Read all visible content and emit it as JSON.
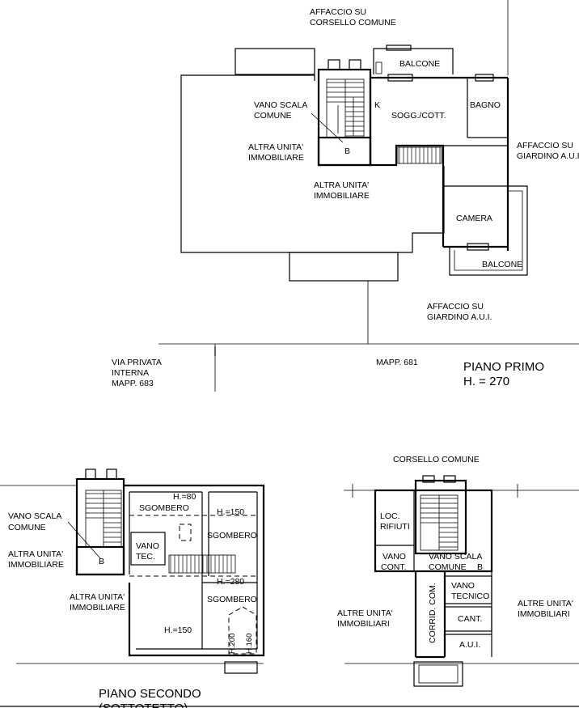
{
  "piano_primo": {
    "title": "PIANO PRIMO",
    "height": "H. = 270",
    "labels": {
      "affaccio_corsello_1": "AFFACCIO SU",
      "affaccio_corsello_2": "CORSELLO COMUNE",
      "balcone_top": "BALCONE",
      "bagno": "BAGNO",
      "soggiorno": "SOGG./COTT.",
      "k": "K",
      "vano_scala_1": "VANO SCALA",
      "vano_scala_2": "COMUNE",
      "altra_unita_left_1": "ALTRA UNITA'",
      "altra_unita_left_2": "IMMOBILIARE",
      "altra_unita_bottom_1": "ALTRA UNITA'",
      "altra_unita_bottom_2": "IMMOBILIARE",
      "b": "B",
      "affaccio_giardino_right_1": "AFFACCIO SU",
      "affaccio_giardino_right_2": "GIARDINO A.U.I.",
      "camera": "CAMERA",
      "balcone_bottom": "BALCONE",
      "affaccio_giardino_bottom_1": "AFFACCIO SU",
      "affaccio_giardino_bottom_2": "GIARDINO A.U.I."
    }
  },
  "site": {
    "via_privata_1": "VIA PRIVATA",
    "via_privata_2": "INTERNA",
    "mapp_683": "MAPP. 683",
    "mapp_681": "MAPP. 681"
  },
  "piano_secondo": {
    "title_1": "PIANO SECONDO",
    "title_2": "(SOTTOTETTO)",
    "labels": {
      "vano_scala_1": "VANO SCALA",
      "vano_scala_2": "COMUNE",
      "altra_unita_left_1": "ALTRA UNITA'",
      "altra_unita_left_2": "IMMOBILIARE",
      "altra_unita_bottom_1": "ALTRA UNITA'",
      "altra_unita_bottom_2": "IMMOBILIARE",
      "b": "B",
      "h80": "H.=80",
      "sgombero_1": "SGOMBERO",
      "h150_top": "H.=150",
      "sgombero_2": "SGOMBERO",
      "vano_tec_1": "VANO",
      "vano_tec_2": "TEC.",
      "h280": "H.=280",
      "sgombero_3": "SGOMBERO",
      "h150_bottom": "H.=150",
      "h200": "H.200",
      "h160": "H.160"
    }
  },
  "piano_terra": {
    "labels": {
      "corsello": "CORSELLO COMUNE",
      "loc_rifiuti_1": "LOC.",
      "loc_rifiuti_2": "RIFIUTI",
      "vano_cont_1": "VANO",
      "vano_cont_2": "CONT.",
      "vano_scala_1": "VANO SCALA",
      "vano_scala_2": "COMUNE",
      "b": "B",
      "vano_tecnico_1": "VANO",
      "vano_tecnico_2": "TECNICO",
      "cant": "CANT.",
      "aui": "A.U.I.",
      "corrid": "CORRID. COM.",
      "altre_unita_left_1": "ALTRE UNITA'",
      "altre_unita_left_2": "IMMOBILIARI",
      "altre_unita_right_1": "ALTRE UNITA'",
      "altre_unita_right_2": "IMMOBILIARI"
    }
  }
}
